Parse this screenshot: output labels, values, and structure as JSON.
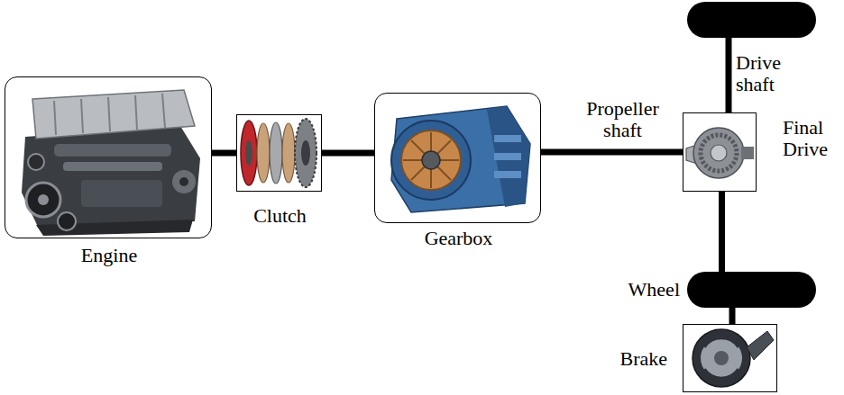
{
  "diagram": {
    "nodes": [
      {
        "text": [
          "Engine"
        ]
      },
      {
        "text": [
          "Clutch"
        ]
      },
      {
        "text": [
          "Gearbox"
        ]
      },
      {
        "text": [
          "Final Drive"
        ]
      },
      {
        "text": [
          "Wheel"
        ]
      },
      {
        "text": [
          "Brake"
        ]
      }
    ],
    "edges": [
      {
        "from": 0,
        "to": 1,
        "arrow": "none"
      },
      {
        "from": 1,
        "to": 2,
        "arrow": "none"
      },
      {
        "from": 2,
        "to": 3,
        "arrow": "none",
        "label": "Propeller shaft"
      },
      {
        "from": 3,
        "to": 4,
        "arrow": "none"
      },
      {
        "from": 4,
        "to": 5,
        "arrow": "none"
      }
    ],
    "labels": [
      "Drive shaft"
    ]
  }
}
